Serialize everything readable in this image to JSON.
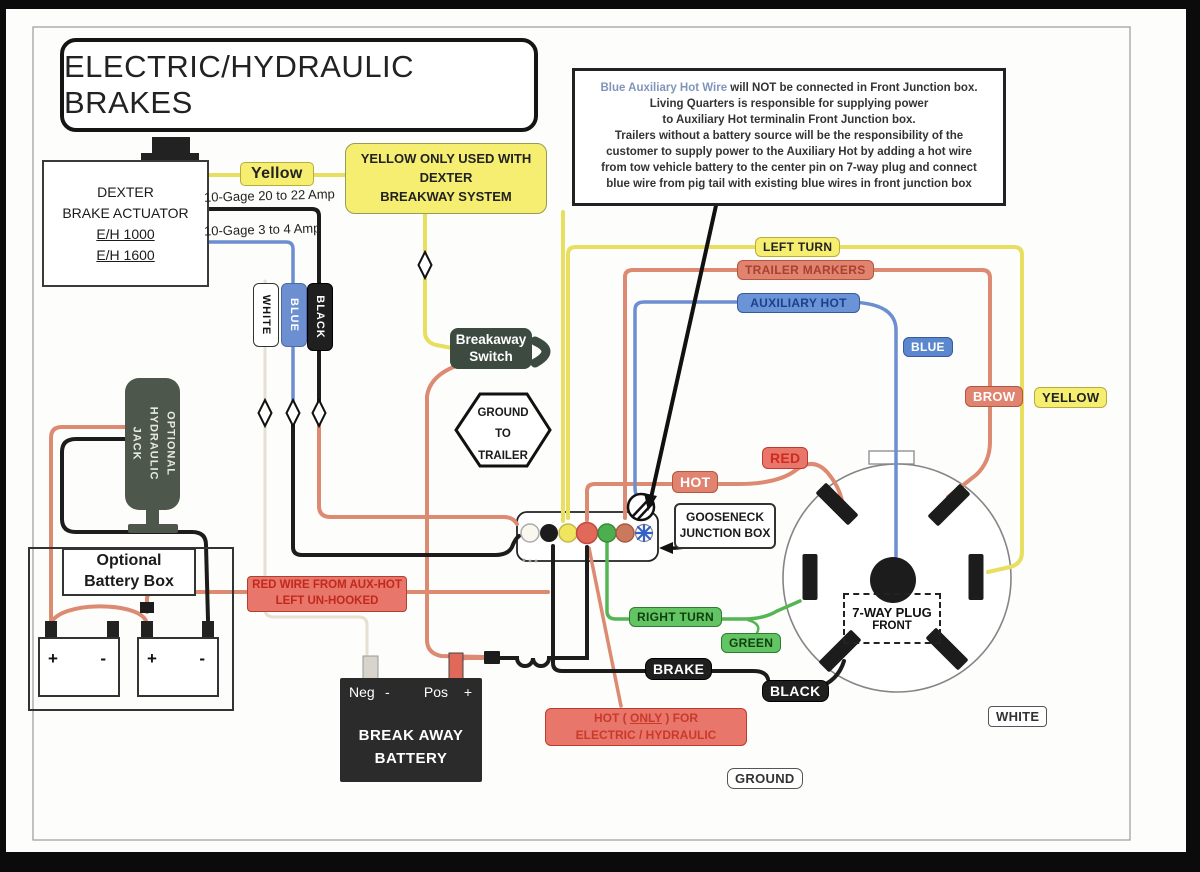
{
  "title": "ELECTRIC/HYDRAULIC BRAKES",
  "dexter": {
    "l1": "DEXTER",
    "l2": "BRAKE ACTUATOR",
    "model1": "E/H 1000",
    "model2": "E/H 1600"
  },
  "wire_notes": {
    "yellow_tag": "Yellow",
    "gage1": "10-Gage 20 to 22 Amp",
    "gage2": "10-Gage 3 to 4 Amp"
  },
  "yellow_only": {
    "l1": "YELLOW ONLY USED WITH",
    "l2": "DEXTER",
    "l3": "BREAKWAY SYSTEM"
  },
  "note": {
    "l1a": "Blue Auxiliary Hot Wire",
    "l1b": " will NOT be connected in Front Junction box.",
    "l2": "Living Quarters is responsible for supplying power",
    "l3": "to Auxiliary Hot terminalin Front Junction box.",
    "l4": "Trailers without a battery source will be the responsibility of the",
    "l5": "customer to supply power to the Auxiliary Hot by adding a hot wire",
    "l6": "from tow vehicle battery  to the center pin on  7-way plug and connect",
    "l7": "blue wire from pig tail with existing blue wires in front junction box"
  },
  "vertical_labels": {
    "white": "WHITE",
    "blue": "BLUE",
    "black": "BLACK"
  },
  "breakaway_switch": {
    "l1": "Breakaway",
    "l2": "Switch"
  },
  "ground_hex": {
    "l1": "GROUND",
    "l2": "TO",
    "l3": "TRAILER"
  },
  "jack": {
    "l1": "OPTIONAL",
    "l2": "HYDRAULIC",
    "l3": "JACK"
  },
  "battery_box": {
    "l1": "Optional",
    "l2": "Battery Box",
    "plus": "+",
    "minus": "-"
  },
  "redwire_label": {
    "l1": "RED WIRE FROM AUX-HOT",
    "l2": "LEFT UN-HOOKED"
  },
  "ba_battery": {
    "neg": "Neg",
    "neg_sign": "-",
    "pos": "Pos",
    "pos_sign": "+",
    "l1": "BREAK AWAY",
    "l2": "BATTERY"
  },
  "chips": {
    "left_turn": "LEFT TURN",
    "trailer_markers": "TRAILER MARKERS",
    "auxiliary_hot": "AUXILIARY HOT",
    "blue": "BLUE",
    "brow": "BROW",
    "yellow": "YELLOW",
    "red": "RED",
    "hot": "HOT",
    "right_turn": "RIGHT TURN",
    "green": "GREEN",
    "brake": "BRAKE",
    "black": "BLACK",
    "white": "WHITE",
    "ground": "GROUND"
  },
  "gooseneck": {
    "l1": "GOOSENECK",
    "l2": "JUNCTION BOX"
  },
  "hot_only": {
    "l1a": "HOT ( ",
    "l1b": "ONLY",
    "l1c": " ) FOR",
    "l2": "ELECTRIC / HYDRAULIC"
  },
  "seven_way": {
    "l1": "7-WAY PLUG",
    "l2": "FRONT"
  },
  "colors": {
    "wire_yellow": "#e8de5f",
    "wire_red_salmon": "#dd8a72",
    "wire_blue": "#6b8fd0",
    "wire_green": "#55b555",
    "wire_black": "#1c1c1c",
    "wire_white": "#e6dfd2",
    "label_salmon": "#e8766a",
    "label_yellow": "#f5ee71",
    "label_blue": "#6b94d6",
    "label_green": "#62c462",
    "junction_snowflake_blue": "#3560c5"
  }
}
